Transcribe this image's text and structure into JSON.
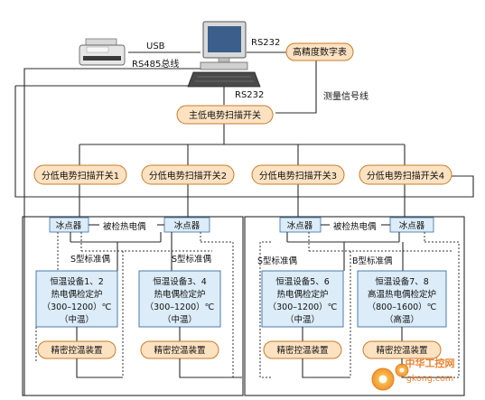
{
  "labels": {
    "usb": "USB",
    "rs232_top": "RS232",
    "rs232_mid": "RS232",
    "rs485": "RS485总线",
    "dmm": "高精度数字表",
    "meas_line": "测量信号线",
    "main_switch": "主低电势扫描开关",
    "sub1": "分低电势扫描开关1",
    "sub2": "分低电势扫描开关2",
    "sub3": "分低电势扫描开关3",
    "sub4": "分低电势扫描开关4",
    "ice1": "冰点器",
    "ice2": "冰点器",
    "ice3": "冰点器",
    "ice4": "冰点器",
    "tc_left": "被检热电偶",
    "tc_right": "被检热电偶",
    "s_std1": "S型标准偶",
    "s_std2": "S型标准偶",
    "s_std3": "S型标准偶",
    "b_std4": "B型标准偶",
    "furnace1": [
      "恒温设备1、2",
      "热电偶检定炉",
      "（300–1200）℃",
      "（中温）"
    ],
    "furnace2": [
      "恒温设备3、4",
      "热电偶检定炉",
      "（300–1200）℃",
      "（中温）"
    ],
    "furnace3": [
      "恒温设备5、6",
      "热电偶检定炉",
      "（300–1200）℃",
      "（中温）"
    ],
    "furnace4": [
      "恒温设备7、8",
      "高温热电偶检定炉",
      "（800–1600）℃",
      "（高温）"
    ],
    "ctrl1": "精密控温装置",
    "ctrl2": "精密控温装置",
    "ctrl3": "精密控温装置",
    "ctrl4": "精密控温装置"
  },
  "watermark": {
    "cn": "中华工控网",
    "url": "gkong.com"
  },
  "colors": {
    "pill_fill": "#fde2c2",
    "pill_stroke": "#c87b2a",
    "box_fill": "#dcecf8",
    "box_stroke": "#3a6fa5",
    "watermark": "#e8751a"
  }
}
